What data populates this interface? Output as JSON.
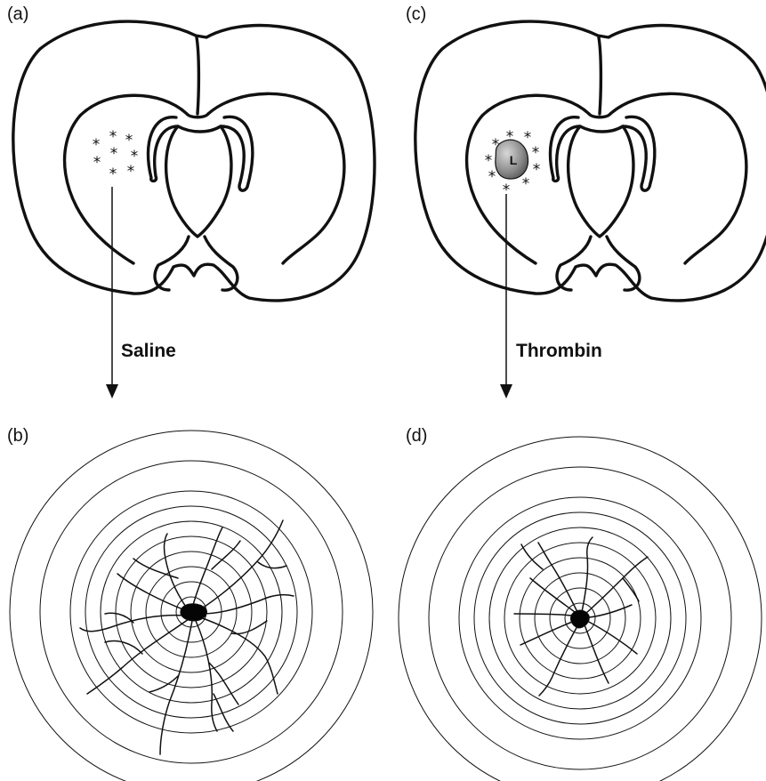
{
  "panels": {
    "a": {
      "label": "(a)",
      "marker": "*"
    },
    "b": {
      "label": "(b)"
    },
    "c": {
      "label": "(c)",
      "marker": "*",
      "lesion_label": "L"
    },
    "d": {
      "label": "(d)"
    }
  },
  "arrows": {
    "left": "Saline",
    "right": "Thrombin"
  }
}
